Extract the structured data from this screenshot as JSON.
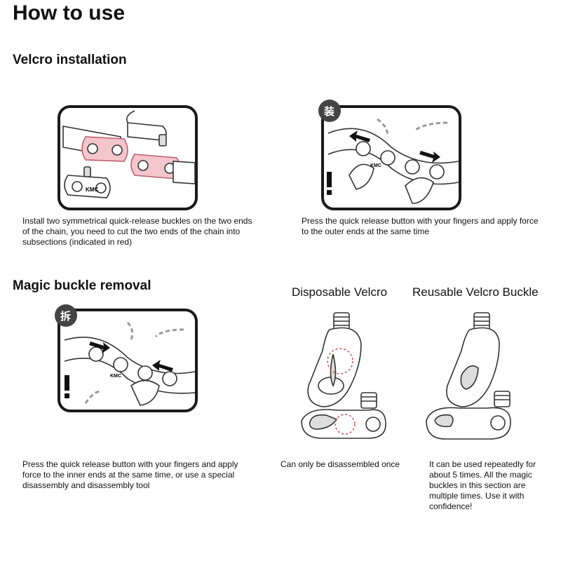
{
  "page_title": "How to use",
  "installation": {
    "heading": "Velcro installation",
    "step1_caption": "Install two symmetrical quick-release buckles on the two ends of the chain, you need to cut the two ends of the chain into subsections (indicated in red)",
    "step2_caption": "Press the quick release button with your fingers and apply force to the outer ends at the same time",
    "step2_badge": "装",
    "brand": "KMC"
  },
  "removal": {
    "heading": "Magic buckle removal",
    "caption": "Press the quick release button with your fingers and apply force to the inner ends at the same time, or use a special disassembly and disassembly tool",
    "badge": "拆",
    "brand": "KMC"
  },
  "comparison": {
    "disposable_title": "Disposable Velcro",
    "disposable_caption": "Can only be disassembled once",
    "reusable_title": "Reusable Velcro Buckle",
    "reusable_caption": "It can be used repeatedly for about 5 times. All the magic buckles in this section are multiple times. Use it with confidence!"
  },
  "colors": {
    "highlight": "#f4c6cc",
    "frame": "#1a1a1a"
  }
}
